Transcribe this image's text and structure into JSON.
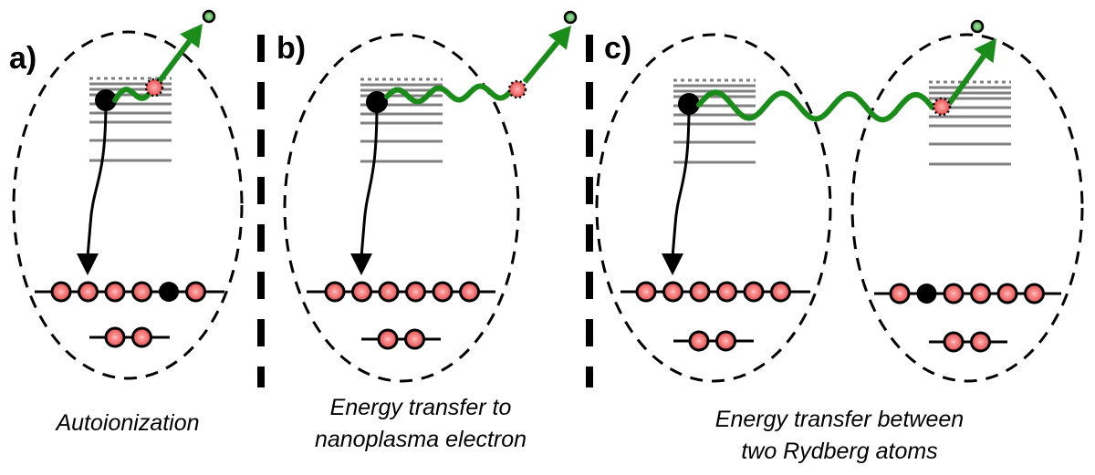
{
  "colors": {
    "electron_red": "#f06a6a",
    "electron_green": "#5dbf5d",
    "arrow_green": "#1a8c1a",
    "level_gray": "#808080",
    "black": "#000000"
  },
  "panels": [
    {
      "id": "a",
      "label": "a)",
      "caption": [
        "Autoionization"
      ],
      "atoms": [
        {
          "upper_state": "red",
          "core_row": [
            "red",
            "red",
            "red",
            "red",
            "black",
            "red"
          ],
          "inner_row": [
            "red",
            "red"
          ],
          "decay_arrow": true
        }
      ],
      "process": "autoionization"
    },
    {
      "id": "b",
      "label": "b)",
      "caption": [
        "Energy transfer to",
        "nanoplasma electron"
      ],
      "atoms": [
        {
          "upper_state": "none",
          "core_row": [
            "red",
            "red",
            "red",
            "red",
            "red",
            "red"
          ],
          "inner_row": [
            "red",
            "red"
          ],
          "decay_arrow": true
        }
      ],
      "process": "energy-transfer-to-nanoplasma"
    },
    {
      "id": "c",
      "label": "c)",
      "caption": [
        "Energy transfer between",
        "two Rydberg atoms"
      ],
      "atoms": [
        {
          "upper_state": "none",
          "core_row": [
            "red",
            "red",
            "red",
            "red",
            "red",
            "red"
          ],
          "inner_row": [
            "red",
            "red"
          ],
          "decay_arrow": true
        },
        {
          "upper_state": "red",
          "core_row": [
            "red",
            "black",
            "red",
            "red",
            "red",
            "red"
          ],
          "inner_row": [
            "red",
            "red"
          ],
          "decay_arrow": false
        }
      ],
      "process": "energy-transfer-rydberg"
    }
  ]
}
